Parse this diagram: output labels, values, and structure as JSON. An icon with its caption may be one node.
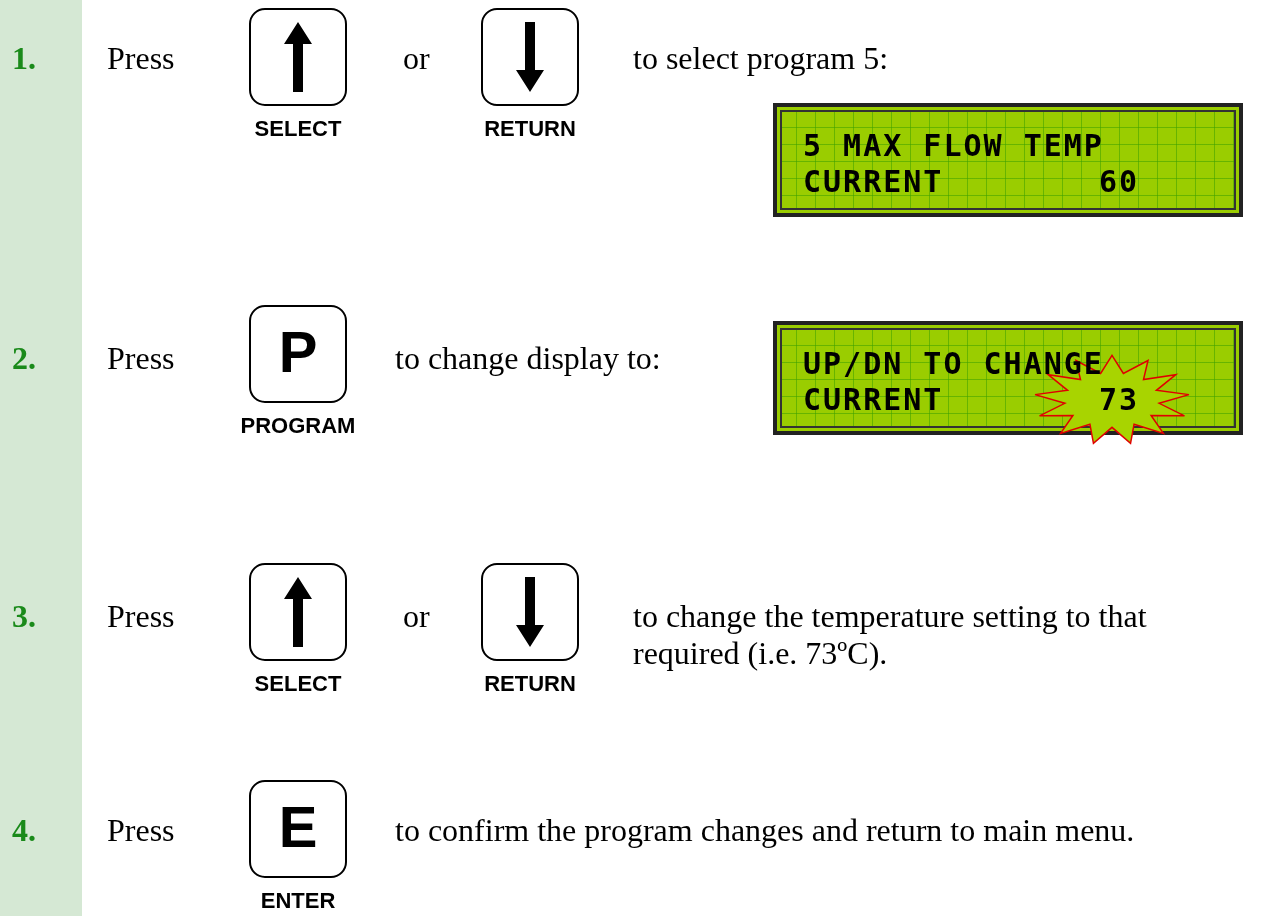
{
  "diagram": {
    "nodes": [
      {
        "text": [],
        "shape": "box",
        "beside": [
          "SELECT"
        ]
      },
      {
        "text": [],
        "shape": "box",
        "beside": [
          "RETURN"
        ]
      },
      {
        "text": [
          "5 MAX FLOW TEMP",
          "CURRENT",
          "60"
        ]
      },
      {
        "text": [
          "P"
        ],
        "beside": [
          "PROGRAM"
        ]
      },
      {
        "text": [
          "UP/DN TO CHANGE",
          "CURRENT",
          "73"
        ]
      },
      {
        "text": [],
        "shape": "box",
        "beside": [
          "SELECT"
        ]
      },
      {
        "text": [],
        "shape": "box",
        "beside": [
          "RETURN"
        ]
      },
      {
        "text": [
          "E"
        ],
        "beside": [
          "ENTER"
        ]
      }
    ],
    "labels": [
      "1.",
      "Press",
      "or",
      "to select program 5:",
      "2.",
      "Press",
      "to change display to:",
      "3.",
      "Press",
      "or",
      "to change the temperature setting to that required (i.e. 73ºC).",
      "4.",
      "Press",
      "to confirm the program changes and return to main menu."
    ]
  }
}
